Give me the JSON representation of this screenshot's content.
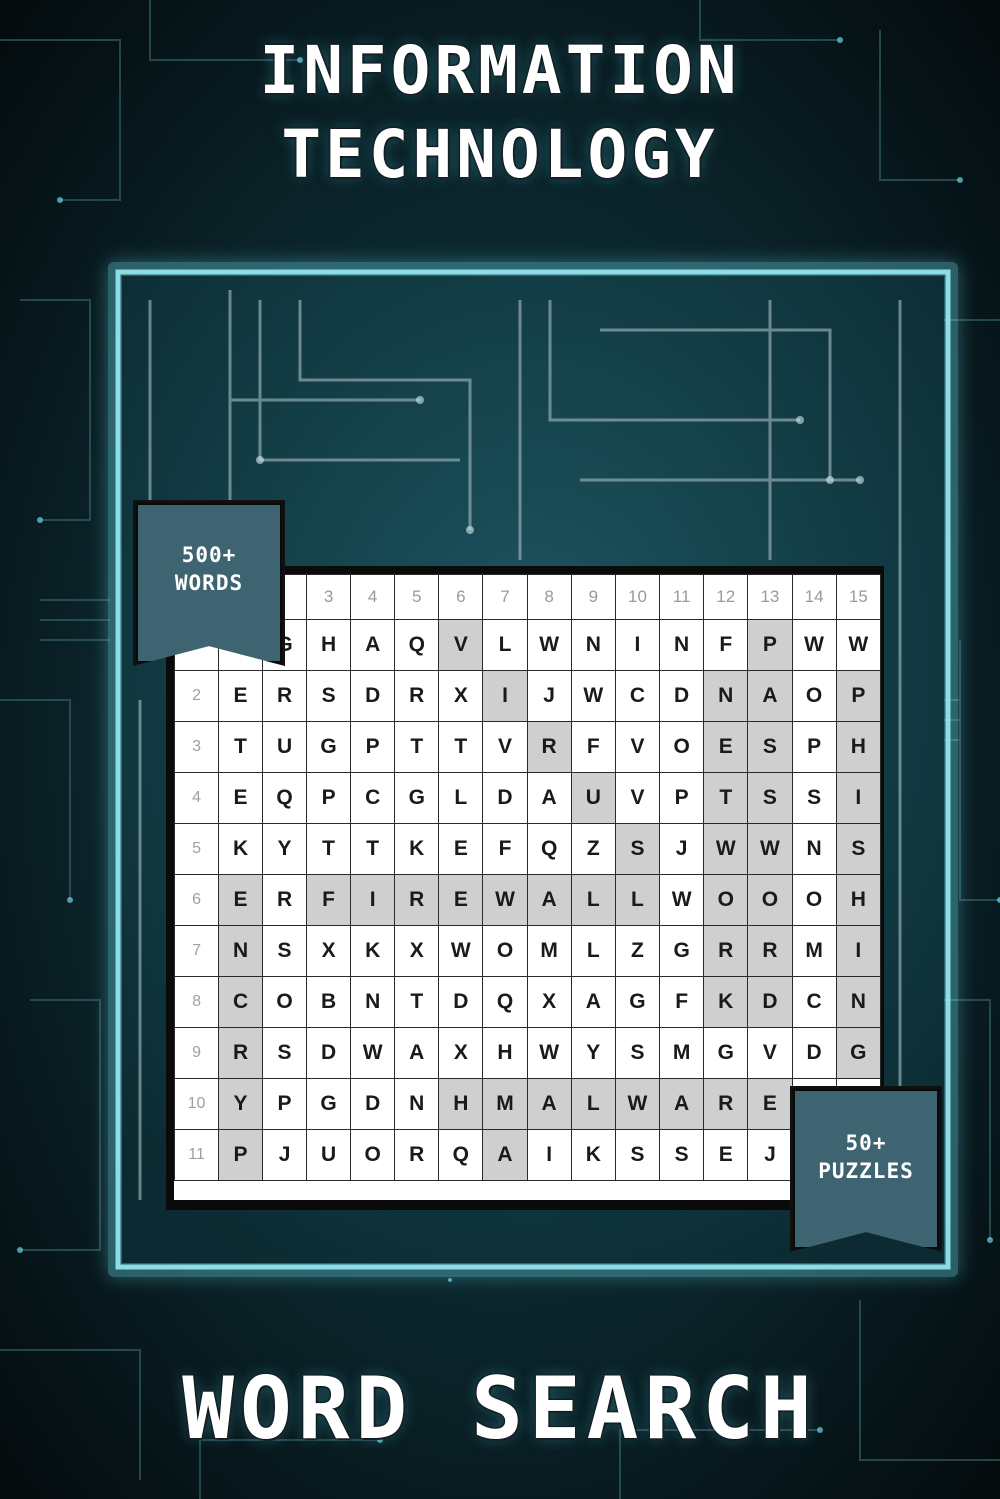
{
  "cover": {
    "title_line1": "INFORMATION",
    "title_line2": "TECHNOLOGY",
    "bottom_title": "WORD SEARCH"
  },
  "badges": {
    "words": {
      "line1": "500+",
      "line2": "WORDS"
    },
    "puzzles": {
      "line1": "50+",
      "line2": "PUZZLES"
    }
  },
  "colors": {
    "accent_glow": "#5fe0f0",
    "ribbon": "#3d6470",
    "highlight_cell": "#cfcfcf"
  },
  "puzzle": {
    "column_numbers": [
      "",
      "",
      "",
      "3",
      "4",
      "5",
      "6",
      "7",
      "8",
      "9",
      "10",
      "11",
      "12",
      "13",
      "14",
      "15"
    ],
    "rows": [
      {
        "num": "",
        "letters": [
          "",
          "G",
          "H",
          "A",
          "Q",
          "V",
          "L",
          "W",
          "N",
          "I",
          "N",
          "F",
          "P",
          "W",
          "W"
        ],
        "highlight": [
          false,
          false,
          false,
          false,
          false,
          true,
          false,
          false,
          false,
          false,
          false,
          false,
          true,
          false,
          false
        ]
      },
      {
        "num": "2",
        "letters": [
          "E",
          "R",
          "S",
          "D",
          "R",
          "X",
          "I",
          "J",
          "W",
          "C",
          "D",
          "N",
          "A",
          "O",
          "P"
        ],
        "highlight": [
          false,
          false,
          false,
          false,
          false,
          false,
          true,
          false,
          false,
          false,
          false,
          true,
          true,
          false,
          true
        ]
      },
      {
        "num": "3",
        "letters": [
          "T",
          "U",
          "G",
          "P",
          "T",
          "T",
          "V",
          "R",
          "F",
          "V",
          "O",
          "E",
          "S",
          "P",
          "H"
        ],
        "highlight": [
          false,
          false,
          false,
          false,
          false,
          false,
          false,
          true,
          false,
          false,
          false,
          true,
          true,
          false,
          true
        ]
      },
      {
        "num": "4",
        "letters": [
          "E",
          "Q",
          "P",
          "C",
          "G",
          "L",
          "D",
          "A",
          "U",
          "V",
          "P",
          "T",
          "S",
          "S",
          "I"
        ],
        "highlight": [
          false,
          false,
          false,
          false,
          false,
          false,
          false,
          false,
          true,
          false,
          false,
          true,
          true,
          false,
          true
        ]
      },
      {
        "num": "5",
        "letters": [
          "K",
          "Y",
          "T",
          "T",
          "K",
          "E",
          "F",
          "Q",
          "Z",
          "S",
          "J",
          "W",
          "W",
          "N",
          "S"
        ],
        "highlight": [
          false,
          false,
          false,
          false,
          false,
          false,
          false,
          false,
          false,
          true,
          false,
          true,
          true,
          false,
          true
        ]
      },
      {
        "num": "6",
        "letters": [
          "E",
          "R",
          "F",
          "I",
          "R",
          "E",
          "W",
          "A",
          "L",
          "L",
          "W",
          "O",
          "O",
          "O",
          "H"
        ],
        "highlight": [
          true,
          false,
          true,
          true,
          true,
          true,
          true,
          true,
          true,
          true,
          false,
          true,
          true,
          false,
          true
        ]
      },
      {
        "num": "7",
        "letters": [
          "N",
          "S",
          "X",
          "K",
          "X",
          "W",
          "O",
          "M",
          "L",
          "Z",
          "G",
          "R",
          "R",
          "M",
          "I"
        ],
        "highlight": [
          true,
          false,
          false,
          false,
          false,
          false,
          false,
          false,
          false,
          false,
          false,
          true,
          true,
          false,
          true
        ]
      },
      {
        "num": "8",
        "letters": [
          "C",
          "O",
          "B",
          "N",
          "T",
          "D",
          "Q",
          "X",
          "A",
          "G",
          "F",
          "K",
          "D",
          "C",
          "N"
        ],
        "highlight": [
          true,
          false,
          false,
          false,
          false,
          false,
          false,
          false,
          false,
          false,
          false,
          true,
          true,
          false,
          true
        ]
      },
      {
        "num": "9",
        "letters": [
          "R",
          "S",
          "D",
          "W",
          "A",
          "X",
          "H",
          "W",
          "Y",
          "S",
          "M",
          "G",
          "V",
          "D",
          "G"
        ],
        "highlight": [
          true,
          false,
          false,
          false,
          false,
          false,
          false,
          false,
          false,
          false,
          false,
          false,
          false,
          false,
          true
        ]
      },
      {
        "num": "10",
        "letters": [
          "Y",
          "P",
          "G",
          "D",
          "N",
          "H",
          "M",
          "A",
          "L",
          "W",
          "A",
          "R",
          "E",
          "",
          ""
        ],
        "highlight": [
          true,
          false,
          false,
          false,
          false,
          true,
          true,
          true,
          true,
          true,
          true,
          true,
          true,
          false,
          false
        ]
      },
      {
        "num": "11",
        "letters": [
          "P",
          "J",
          "U",
          "O",
          "R",
          "Q",
          "A",
          "I",
          "K",
          "S",
          "S",
          "E",
          "J",
          "",
          ""
        ],
        "highlight": [
          true,
          false,
          false,
          false,
          false,
          false,
          true,
          false,
          false,
          false,
          false,
          false,
          false,
          false,
          false
        ]
      }
    ]
  }
}
